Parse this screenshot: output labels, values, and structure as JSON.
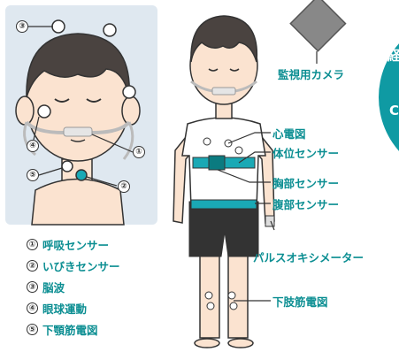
{
  "legend": [
    {
      "num": "①",
      "label": "呼吸センサー"
    },
    {
      "num": "②",
      "label": "いびきセンサー"
    },
    {
      "num": "③",
      "label": "脳波"
    },
    {
      "num": "④",
      "label": "眼球運動"
    },
    {
      "num": "⑤",
      "label": "下顎筋電図"
    }
  ],
  "callouts": {
    "camera": "監視用カメラ",
    "ecg": "心電図",
    "position": "体位センサー",
    "chest": "胸部センサー",
    "abdomen": "腹部センサー",
    "pulse": "パルスオキシメーター",
    "leg_emg": "下肢筋電図"
  },
  "head_marks": {
    "m1": "①",
    "m2": "②",
    "m3": "③",
    "m4": "④",
    "m5": "⑤"
  },
  "side_panel": {
    "text_top": "経",
    "text_mid": "C"
  },
  "colors": {
    "accent": "#0b8e92",
    "panel": "#dfe8f0",
    "skin": "#fbe3d0",
    "hair": "#4a4340",
    "sensor": "#1aa9b5"
  }
}
